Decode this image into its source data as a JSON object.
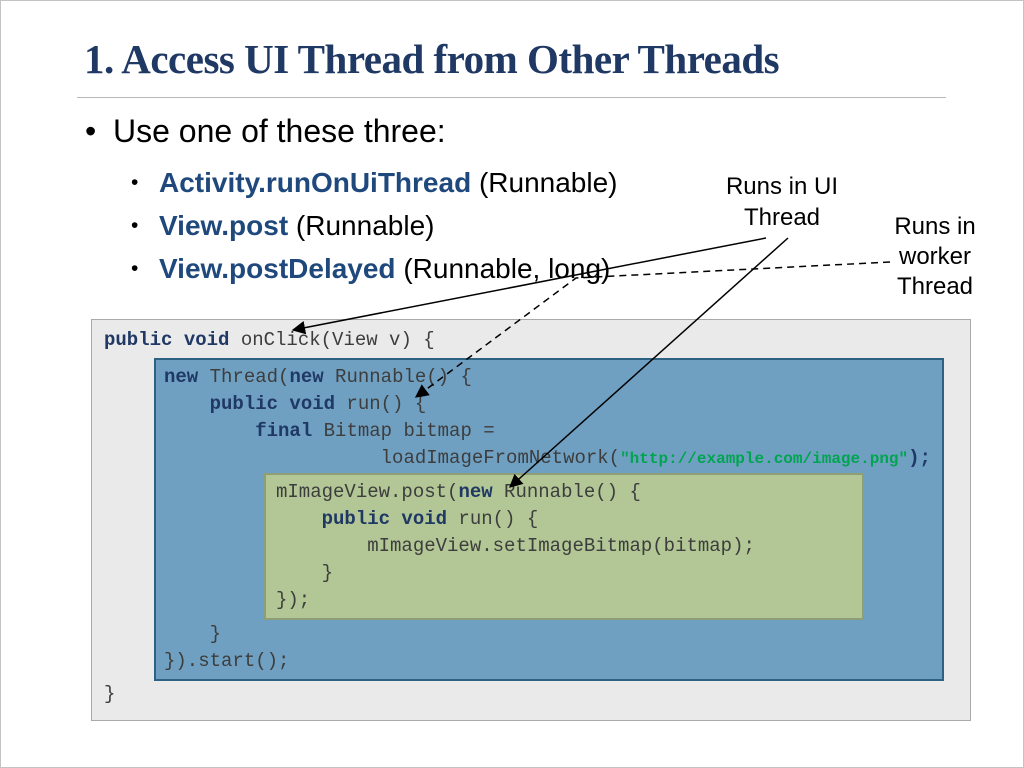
{
  "title": "1. Access UI Thread from Other Threads",
  "bullets": {
    "marker": "•",
    "main": "Use one of these three:",
    "items": [
      {
        "method": "Activity.runOnUiThread",
        "args": " (Runnable)"
      },
      {
        "method": "View.post",
        "args": " (Runnable)"
      },
      {
        "method": "View.postDelayed",
        "args": " (Runnable, long)"
      }
    ]
  },
  "annotations": {
    "ui_thread": "Runs in UI\nThread",
    "worker_thread": "Runs in\nworker\nThread"
  },
  "code": {
    "lines": [
      {
        "box": "outer-top",
        "segments": [
          [
            "kw",
            "public void"
          ],
          [
            "pl",
            " onClick(View v) {"
          ]
        ]
      },
      {
        "box": "blue-top",
        "segments": [
          [
            "kw",
            "new"
          ],
          [
            "pl",
            " Thread("
          ],
          [
            "kw",
            "new"
          ],
          [
            "pl",
            " Runnable() {"
          ]
        ]
      },
      {
        "box": "blue-top",
        "segments": [
          [
            "pl",
            "    "
          ],
          [
            "kw",
            "public void"
          ],
          [
            "pl",
            " run() {"
          ]
        ]
      },
      {
        "box": "blue-top",
        "segments": [
          [
            "pl",
            "        "
          ],
          [
            "kw",
            "final"
          ],
          [
            "pl",
            " Bitmap bitmap = "
          ]
        ]
      },
      {
        "box": "blue-top",
        "segments": [
          [
            "pl",
            "                   loadImageFromNetwork("
          ],
          [
            "str",
            "\"http://example.com/image.png\""
          ],
          [
            "kw",
            ");"
          ]
        ]
      },
      {
        "box": "green",
        "segments": [
          [
            "pl",
            "mImageView.post("
          ],
          [
            "kw",
            "new"
          ],
          [
            "pl",
            " Runnable() {"
          ]
        ]
      },
      {
        "box": "green",
        "segments": [
          [
            "pl",
            "    "
          ],
          [
            "kw",
            "public void"
          ],
          [
            "pl",
            " run() {"
          ]
        ]
      },
      {
        "box": "green",
        "segments": [
          [
            "pl",
            "        mImageView.setImageBitmap(bitmap);"
          ]
        ]
      },
      {
        "box": "green",
        "segments": [
          [
            "pl",
            "    }"
          ]
        ]
      },
      {
        "box": "green",
        "segments": [
          [
            "pl",
            "});"
          ]
        ]
      },
      {
        "box": "blue-bottom",
        "segments": [
          [
            "pl",
            "    }"
          ]
        ]
      },
      {
        "box": "blue-bottom",
        "segments": [
          [
            "pl",
            "}).start();"
          ]
        ]
      },
      {
        "box": "outer-bottom",
        "segments": [
          [
            "pl",
            "}"
          ]
        ]
      }
    ]
  },
  "colors": {
    "title": "#1F3864",
    "method": "#1F497D",
    "keyword": "#1F3864",
    "string": "#00A550",
    "outer_box_fill": "#EAEAEA",
    "blue_box_fill": "#6FA0C2",
    "blue_box_border": "#2E6283",
    "green_box_fill": "#B2C795",
    "green_box_border": "#8E9F76"
  }
}
